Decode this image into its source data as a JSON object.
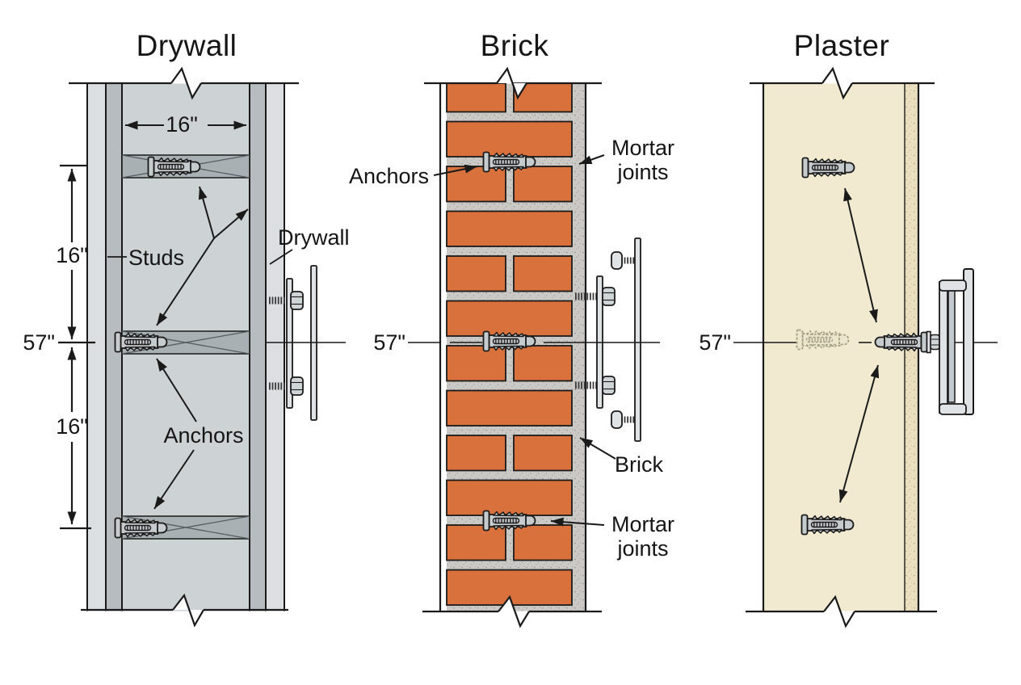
{
  "figure": {
    "type": "wall-anchor-mounting-diagram",
    "description": "Anchor placement for mounting on drywall, brick, and plaster walls"
  },
  "colors": {
    "line": "#1a1a1a",
    "drywall-cavity": "#cdd2d4",
    "drywall-sheet": "#dcdfe1",
    "stud": "#b6bcc0",
    "blocking": "#a9b0b4",
    "brick": "#d9713d",
    "mortar": "#cac9c5",
    "plaster": "#f1ead1",
    "plaster-coat": "#eae0c0",
    "anchor": "#c6cbcd",
    "plate": "#dfe3e5"
  },
  "panels": {
    "drywall": {
      "title": "Drywall",
      "stud_spacing_label": "16\"",
      "spacing_upper_label": "16\"",
      "spacing_lower_label": "16\"",
      "mount_height_label": "57\"",
      "studs_label": "Studs",
      "layer_label": "Drywall",
      "anchors_label": "Anchors"
    },
    "brick": {
      "title": "Brick",
      "anchors_label": "Anchors",
      "mortar_joints_top_label": "Mortar joints",
      "mount_height_label": "57\"",
      "brick_label": "Brick",
      "mortar_joints_bottom_label": "Mortar joints"
    },
    "plaster": {
      "title": "Plaster",
      "mount_height_label": "57\""
    }
  }
}
